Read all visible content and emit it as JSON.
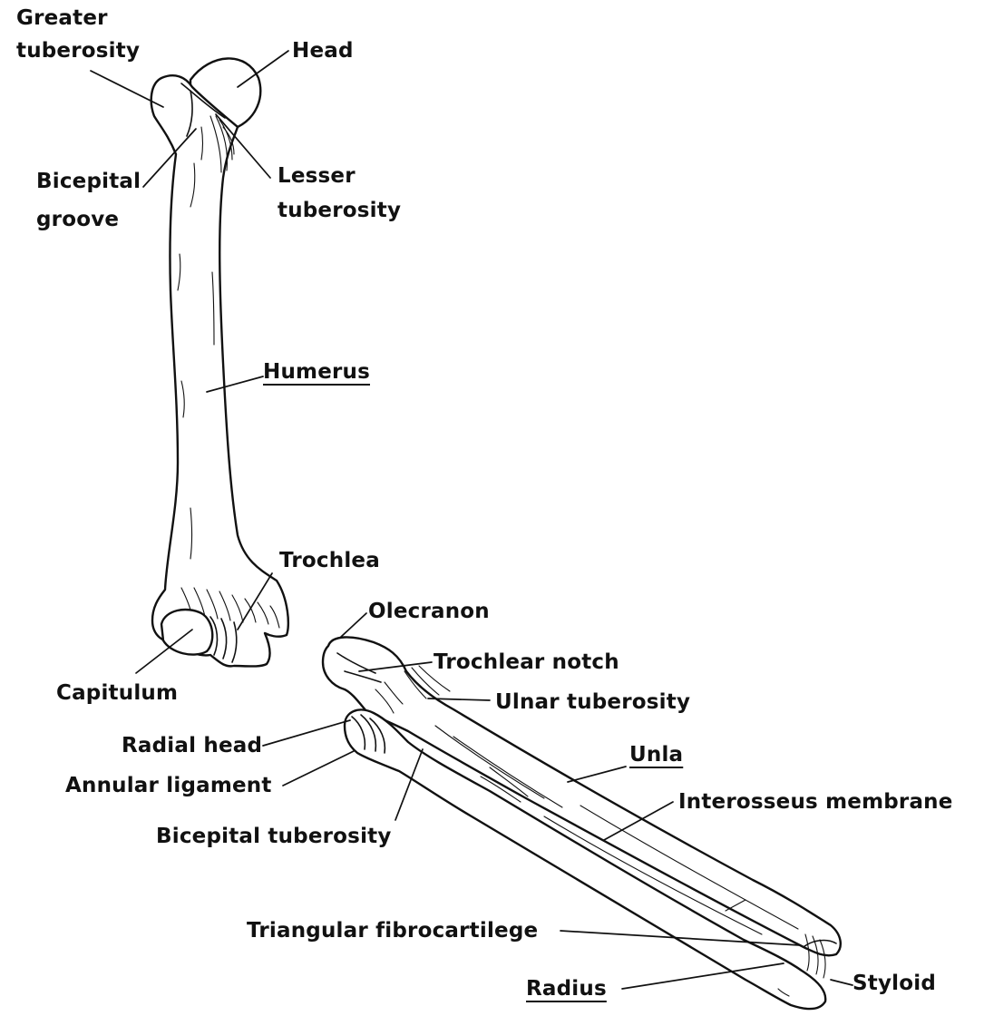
{
  "labels": {
    "greater_tuberosity_1": "Greater",
    "greater_tuberosity_2": "tuberosity",
    "head": "Head",
    "bicepital_groove_1": "Bicepital",
    "bicepital_groove_2": "groove",
    "lesser_tuberosity_1": "Lesser",
    "lesser_tuberosity_2": "tuberosity",
    "humerus": "Humerus",
    "trochlea": "Trochlea",
    "capitulum": "Capitulum",
    "olecranon": "Olecranon",
    "trochlear_notch": "Trochlear notch",
    "ulnar_tuberosity": "Ulnar tuberosity",
    "radial_head": "Radial head",
    "unla": "Unla",
    "annular_ligament": "Annular ligament",
    "interosseus_membrane": "Interosseus membrane",
    "bicepital_tuberosity": "Bicepital tuberosity",
    "triangular_fibrocartilege": "Triangular fibrocartilege",
    "radius": "Radius",
    "styloid": "Styloid"
  },
  "colors": {
    "ink": "#111111",
    "paper": "#ffffff"
  }
}
